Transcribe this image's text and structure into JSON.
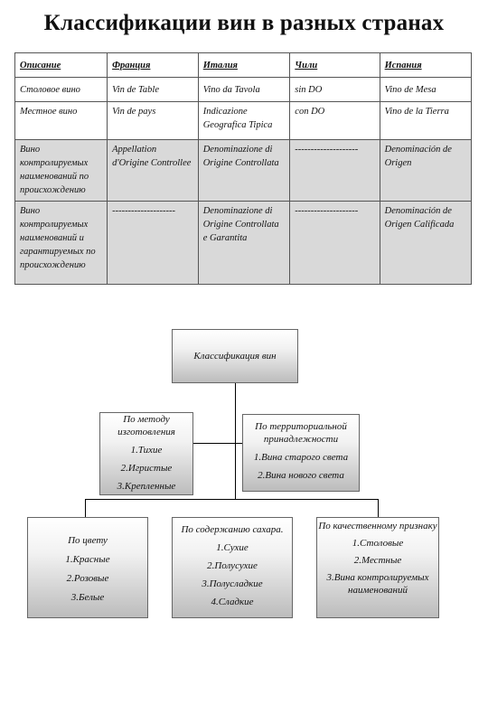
{
  "title": "Классификации вин в разных странах",
  "table": {
    "headers": [
      "Описание",
      "Франция",
      "Италия",
      "Чили",
      "Испания"
    ],
    "rows": [
      [
        "Столовое вино",
        "Vin de Table",
        "Vino da Tavola",
        "sin DO",
        "Vino de Mesa"
      ],
      [
        "Местное вино",
        "Vin de pays",
        "Indicazione Geografica Tipica",
        "con DO",
        "Vino de la Tierra"
      ],
      [
        "Вино контролируемых наименований по происхождению",
        "Appellation d'Origine Controllee",
        "Denominazione di Origine Controllata",
        "--------------------",
        "Denominación de Origen"
      ],
      [
        "Вино контролируемых наименований и гарантируемых по происхождению",
        "--------------------",
        "Denominazione di Origine Controllata e Garantita",
        "--------------------",
        "Denominación de Origen Calificada"
      ]
    ]
  },
  "diagram": {
    "root": "Классификация вин",
    "method": {
      "title": "По методу изготовления",
      "items": [
        "1.Тихие",
        "2.Игристые",
        "3.Крепленные"
      ]
    },
    "territory": {
      "title": "По территориальной принадлежности",
      "items": [
        "1.Вина старого света",
        "2.Вина нового света"
      ]
    },
    "color": {
      "title": "По цвету",
      "items": [
        "1.Красные",
        "2.Розовые",
        "3.Белые"
      ]
    },
    "sugar": {
      "title": "По содержанию сахара.",
      "items": [
        "1.Сухие",
        "2.Полусухие",
        "3.Полусладкие",
        "4.Сладкие"
      ]
    },
    "quality": {
      "title": "По качественному признаку",
      "items": [
        "1.Столовые",
        "2.Местные",
        "3.Вина контролируемых наименований"
      ]
    }
  }
}
